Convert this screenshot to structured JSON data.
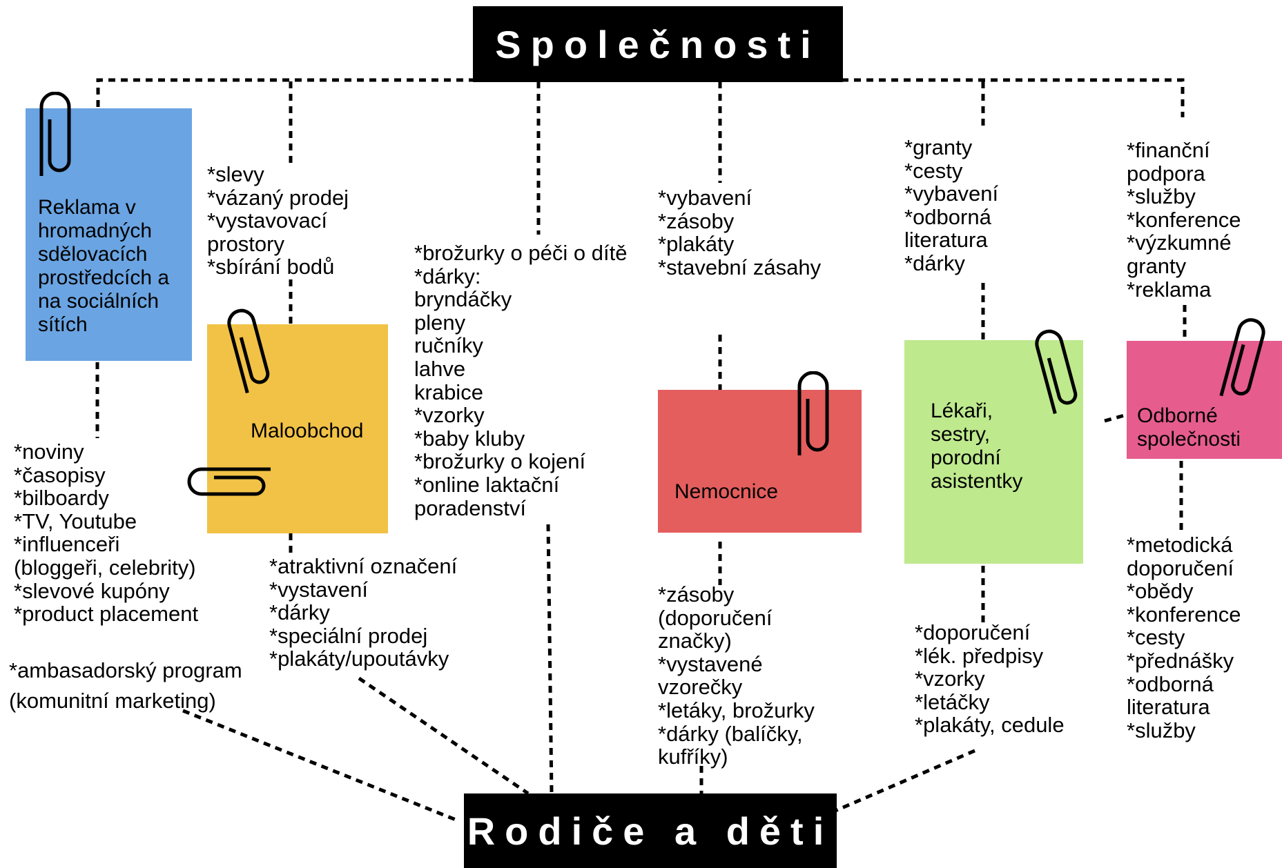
{
  "top_title": "Společnosti",
  "bottom_title": "Rodiče a děti",
  "notes": {
    "reklama": {
      "label": "Reklama v\nhromadných\nsdělovacích\nprostředcích a\nna sociálních\nsítích",
      "color": "#6AA4E2"
    },
    "maloobchod": {
      "label": "Maloobchod",
      "color": "#F1C246"
    },
    "nemocnice": {
      "label": "Nemocnice",
      "color": "#E45E5E"
    },
    "lekari": {
      "label": "Lékaři,\nsestry,\nporodní\nasistentky",
      "color": "#BEE98D"
    },
    "odborne": {
      "label": "Odborné\nspolečnosti",
      "color": "#E55C8D"
    }
  },
  "lists": {
    "reklama_bottom": "*noviny\n*časopisy\n*bilboardy\n*TV, Youtube\n*influenceři\n(bloggeři, celebrity)\n*slevové kupóny\n*product placement",
    "ambasador": "*ambasadorský program\n(komunitní marketing)",
    "maloobchod_top": "*slevy\n*vázaný prodej\n*vystavovací\nprostory\n*sbírání bodů",
    "maloobchod_bottom": "*atraktivní označení\n*vystavení\n*dárky\n*speciální prodej\n*plakáty/upoutávky",
    "center": "*brožurky o péči o dítě\n*dárky:\nbryndáčky\npleny\nručníky\nlahve\nkrabice\n*vzorky\n*baby kluby\n*brožurky o kojení\n*online laktační\nporadenství",
    "nemocnice_top": "*vybavení\n*zásoby\n*plakáty\n*stavební zásahy",
    "nemocnice_bottom": "*zásoby\n(doporučení\nznačky)\n*vystavené\nvzorečky\n*letáky, brožurky\n*dárky (balíčky,\nkufříky)",
    "lekari_top": "*granty\n*cesty\n*vybavení\n*odborná\nliteratura\n*dárky",
    "lekari_bottom": "*doporučení\n*lék. předpisy\n*vzorky\n*letáčky\n*plakáty, cedule",
    "odborne_top": "*finanční\npodpora\n*služby\n*konference\n*výzkumné\ngranty\n*reklama",
    "odborne_bottom": "*metodická\ndoporučení\n*obědy\n*konference\n*cesty\n*přednášky\n*odborná\nliteratura\n*služby"
  }
}
